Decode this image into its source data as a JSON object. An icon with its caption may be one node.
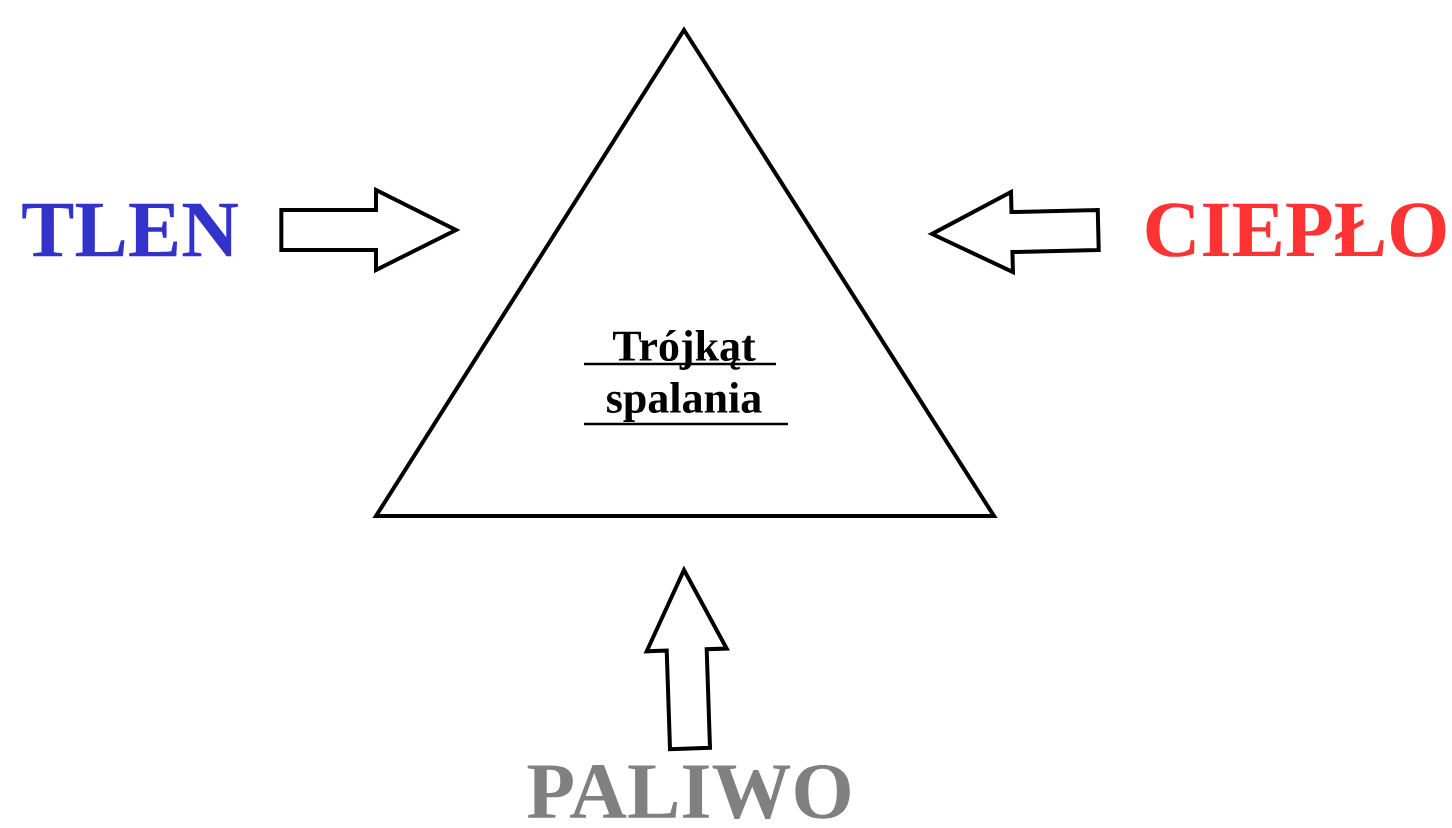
{
  "diagram": {
    "nodes": [
      {
        "text": [
          "Trójkąt spalania"
        ]
      },
      {
        "text": [
          "TLEN"
        ]
      },
      {
        "text": [
          "CIEPŁO"
        ]
      },
      {
        "text": [
          "PALIWO"
        ]
      }
    ],
    "edges": [
      {
        "from": 1,
        "to": 0,
        "arrow": "to"
      },
      {
        "from": 2,
        "to": 0,
        "arrow": "to"
      },
      {
        "from": 3,
        "to": 0,
        "arrow": "to"
      }
    ]
  }
}
